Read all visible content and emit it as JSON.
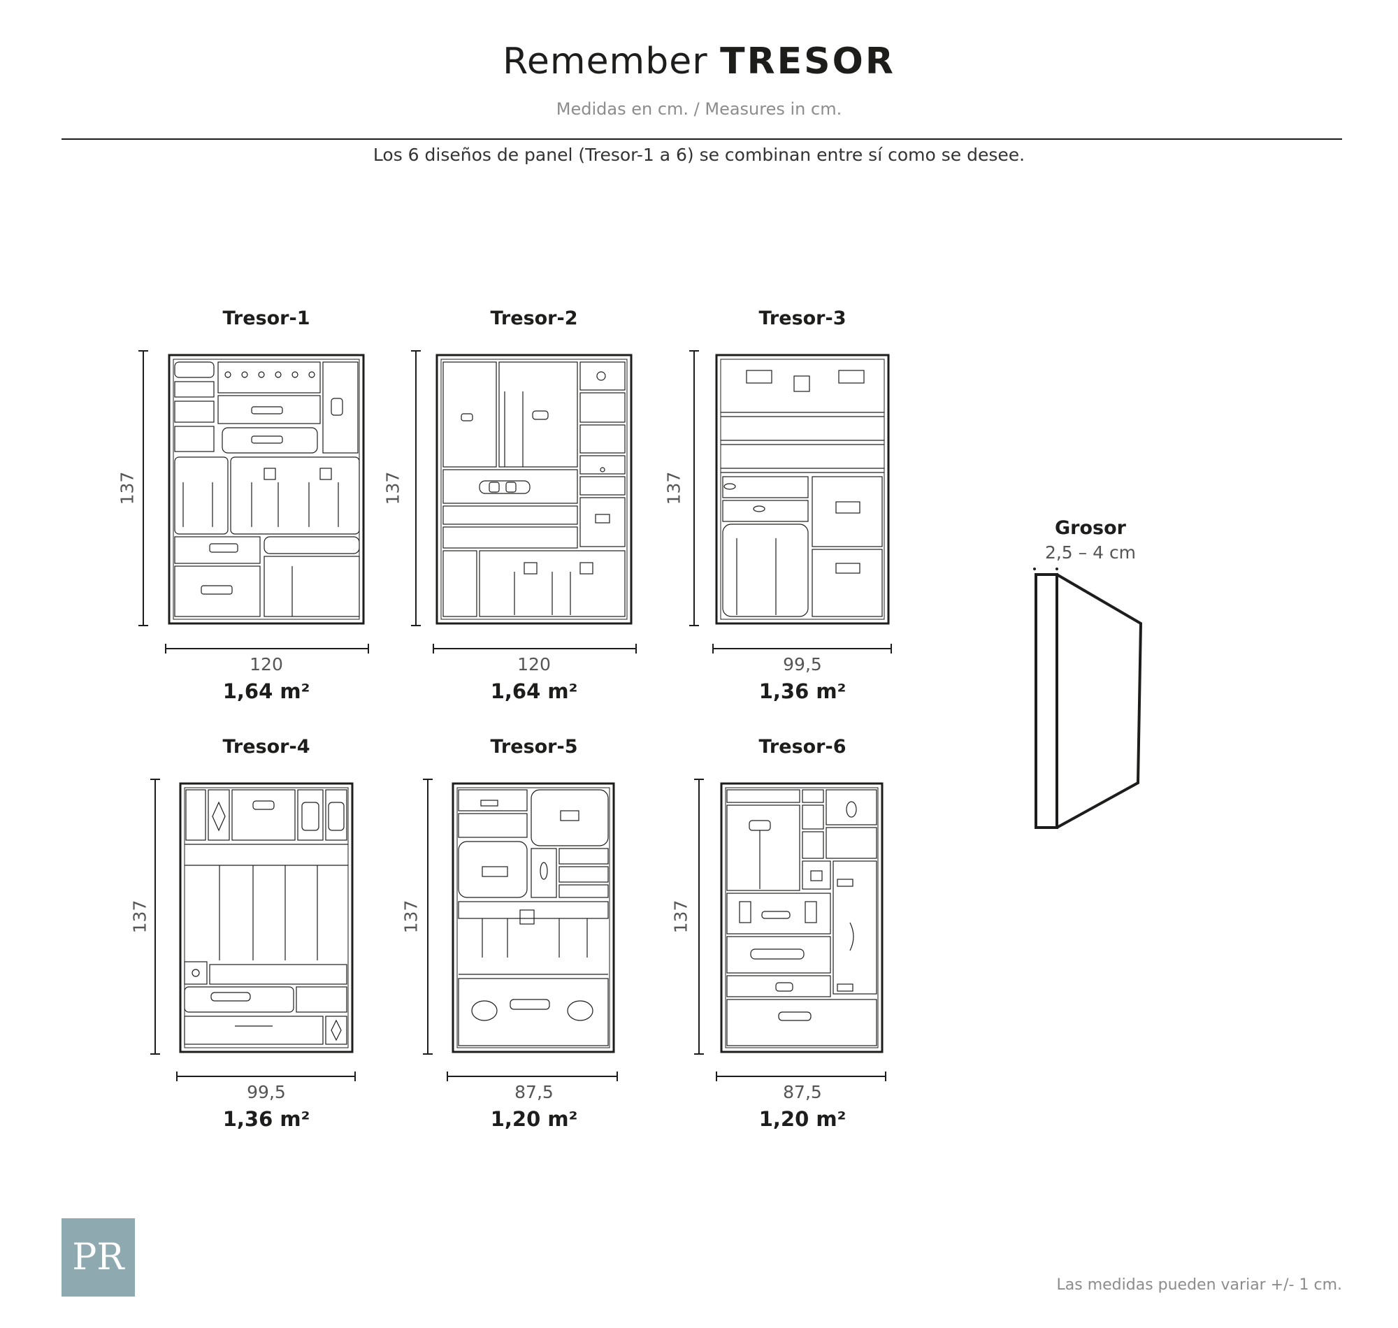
{
  "header": {
    "title_light": "Remember",
    "title_bold": "TRESOR",
    "subtitle": "Medidas en cm. / Measures in cm.",
    "note": "Los 6 diseños de panel (Tresor-1 a 6) se combinan entre sí como se desee."
  },
  "panels": [
    {
      "name": "Tresor-1",
      "height": "137",
      "width": "120",
      "area": "1,64 m²"
    },
    {
      "name": "Tresor-2",
      "height": "137",
      "width": "120",
      "area": "1,64 m²"
    },
    {
      "name": "Tresor-3",
      "height": "137",
      "width": "99,5",
      "area": "1,36 m²"
    },
    {
      "name": "Tresor-4",
      "height": "137",
      "width": "99,5",
      "area": "1,36 m²"
    },
    {
      "name": "Tresor-5",
      "height": "137",
      "width": "87,5",
      "area": "1,20 m²"
    },
    {
      "name": "Tresor-6",
      "height": "137",
      "width": "87,5",
      "area": "1,20 m²"
    }
  ],
  "thickness": {
    "label": "Grosor",
    "value": "2,5 – 4 cm"
  },
  "footer": {
    "logo": "PR",
    "note": "Las medidas pueden variar +/- 1 cm."
  }
}
